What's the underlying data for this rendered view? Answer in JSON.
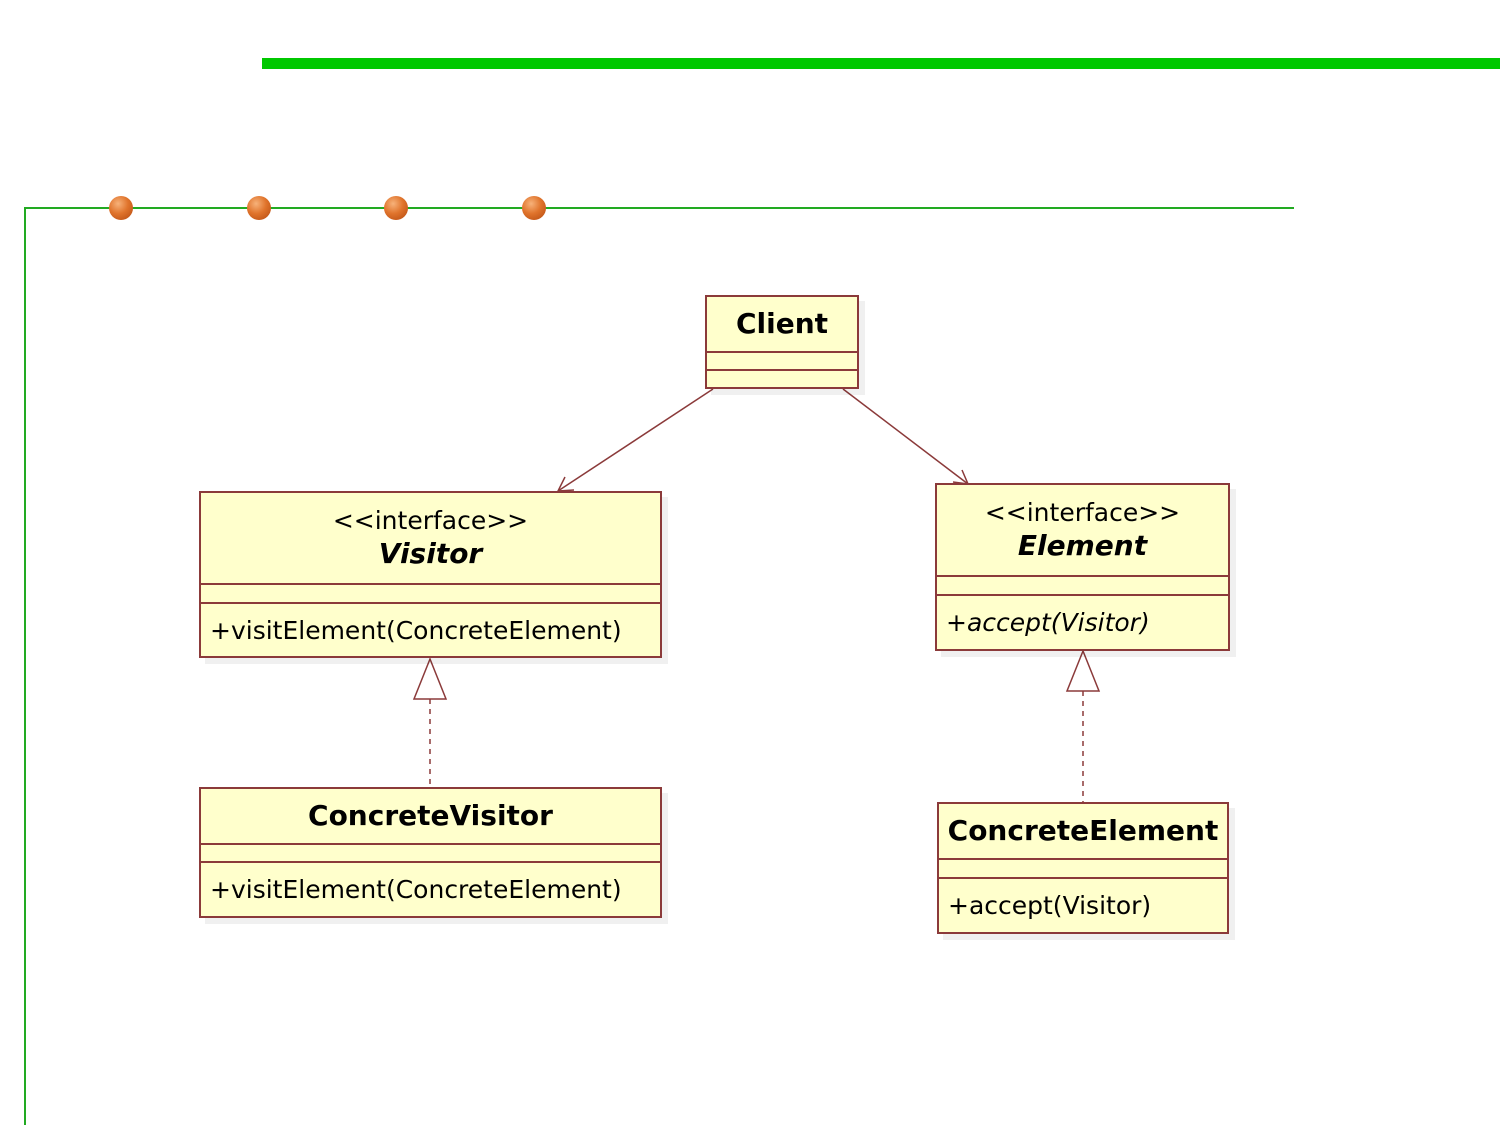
{
  "diagram": {
    "classes": {
      "client": {
        "name": "Client",
        "stereotype": "",
        "operation": ""
      },
      "visitor": {
        "name": "Visitor",
        "stereotype": "<<interface>>",
        "operation": "+visitElement(ConcreteElement)"
      },
      "element": {
        "name": "Element",
        "stereotype": "<<interface>>",
        "operation": "+accept(Visitor)"
      },
      "concrete_visitor": {
        "name": "ConcreteVisitor",
        "stereotype": "",
        "operation": "+visitElement(ConcreteElement)"
      },
      "concrete_element": {
        "name": "ConcreteElement",
        "stereotype": "",
        "operation": "+accept(Visitor)"
      }
    },
    "relationships": [
      {
        "from": "Client",
        "to": "Visitor",
        "kind": "association"
      },
      {
        "from": "Client",
        "to": "Element",
        "kind": "association"
      },
      {
        "from": "ConcreteVisitor",
        "to": "Visitor",
        "kind": "realization"
      },
      {
        "from": "ConcreteElement",
        "to": "Element",
        "kind": "realization"
      }
    ]
  },
  "colors": {
    "accent_bar": "#00c800",
    "frame_line": "#22aa22",
    "bullet": "#e0742c",
    "class_fill": "#ffffcc",
    "class_border": "#8b3a3a"
  }
}
